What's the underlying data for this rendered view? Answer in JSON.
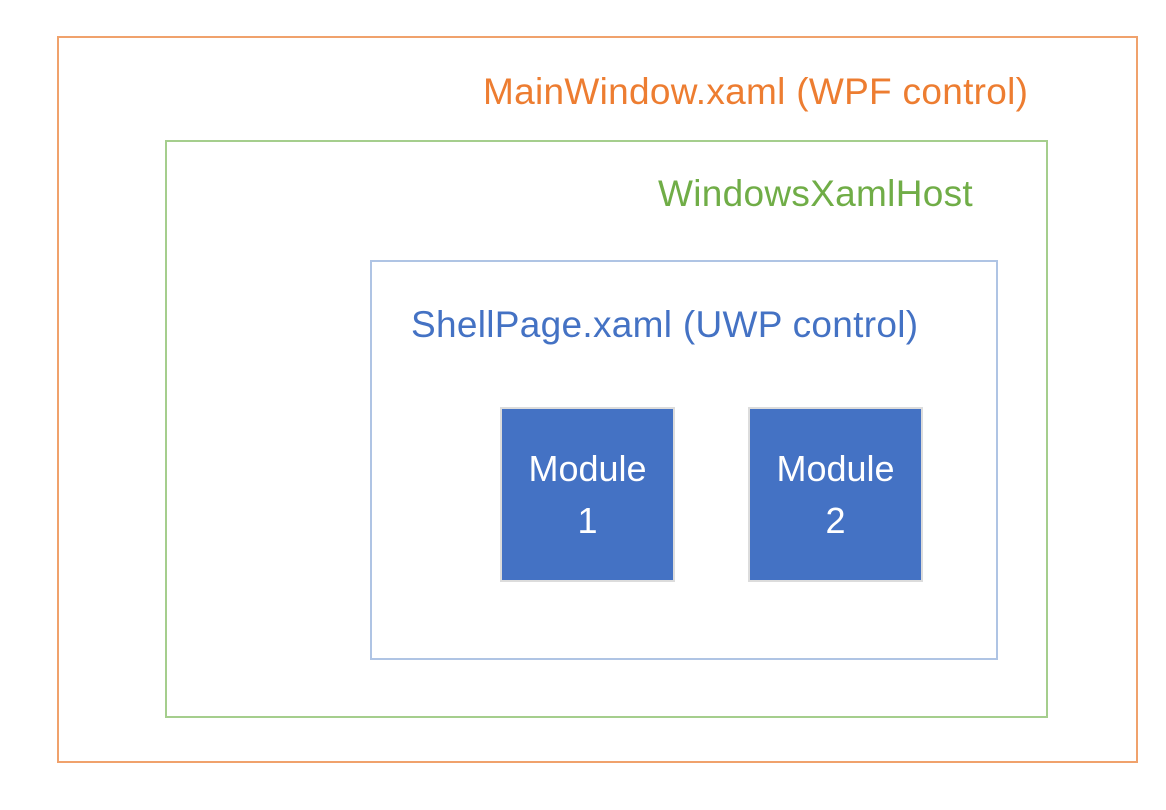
{
  "diagram": {
    "outer_box": {
      "label": "MainWindow.xaml (WPF control)"
    },
    "host_box": {
      "label": "WindowsXamlHost"
    },
    "shell_box": {
      "label": "ShellPage.xaml (UWP control)"
    },
    "modules": [
      {
        "line1": "Module",
        "line2": "1"
      },
      {
        "line1": "Module",
        "line2": "2"
      }
    ],
    "colors": {
      "orange_text": "#ED7D31",
      "orange_border": "#F0A26C",
      "green_text": "#70AD47",
      "green_border": "#A5CE8D",
      "blue_text": "#4472C4",
      "blue_border": "#AFC4E4",
      "module_fill": "#4472C4",
      "module_border": "#DCDCDC",
      "module_text": "#FFFFFF"
    }
  }
}
